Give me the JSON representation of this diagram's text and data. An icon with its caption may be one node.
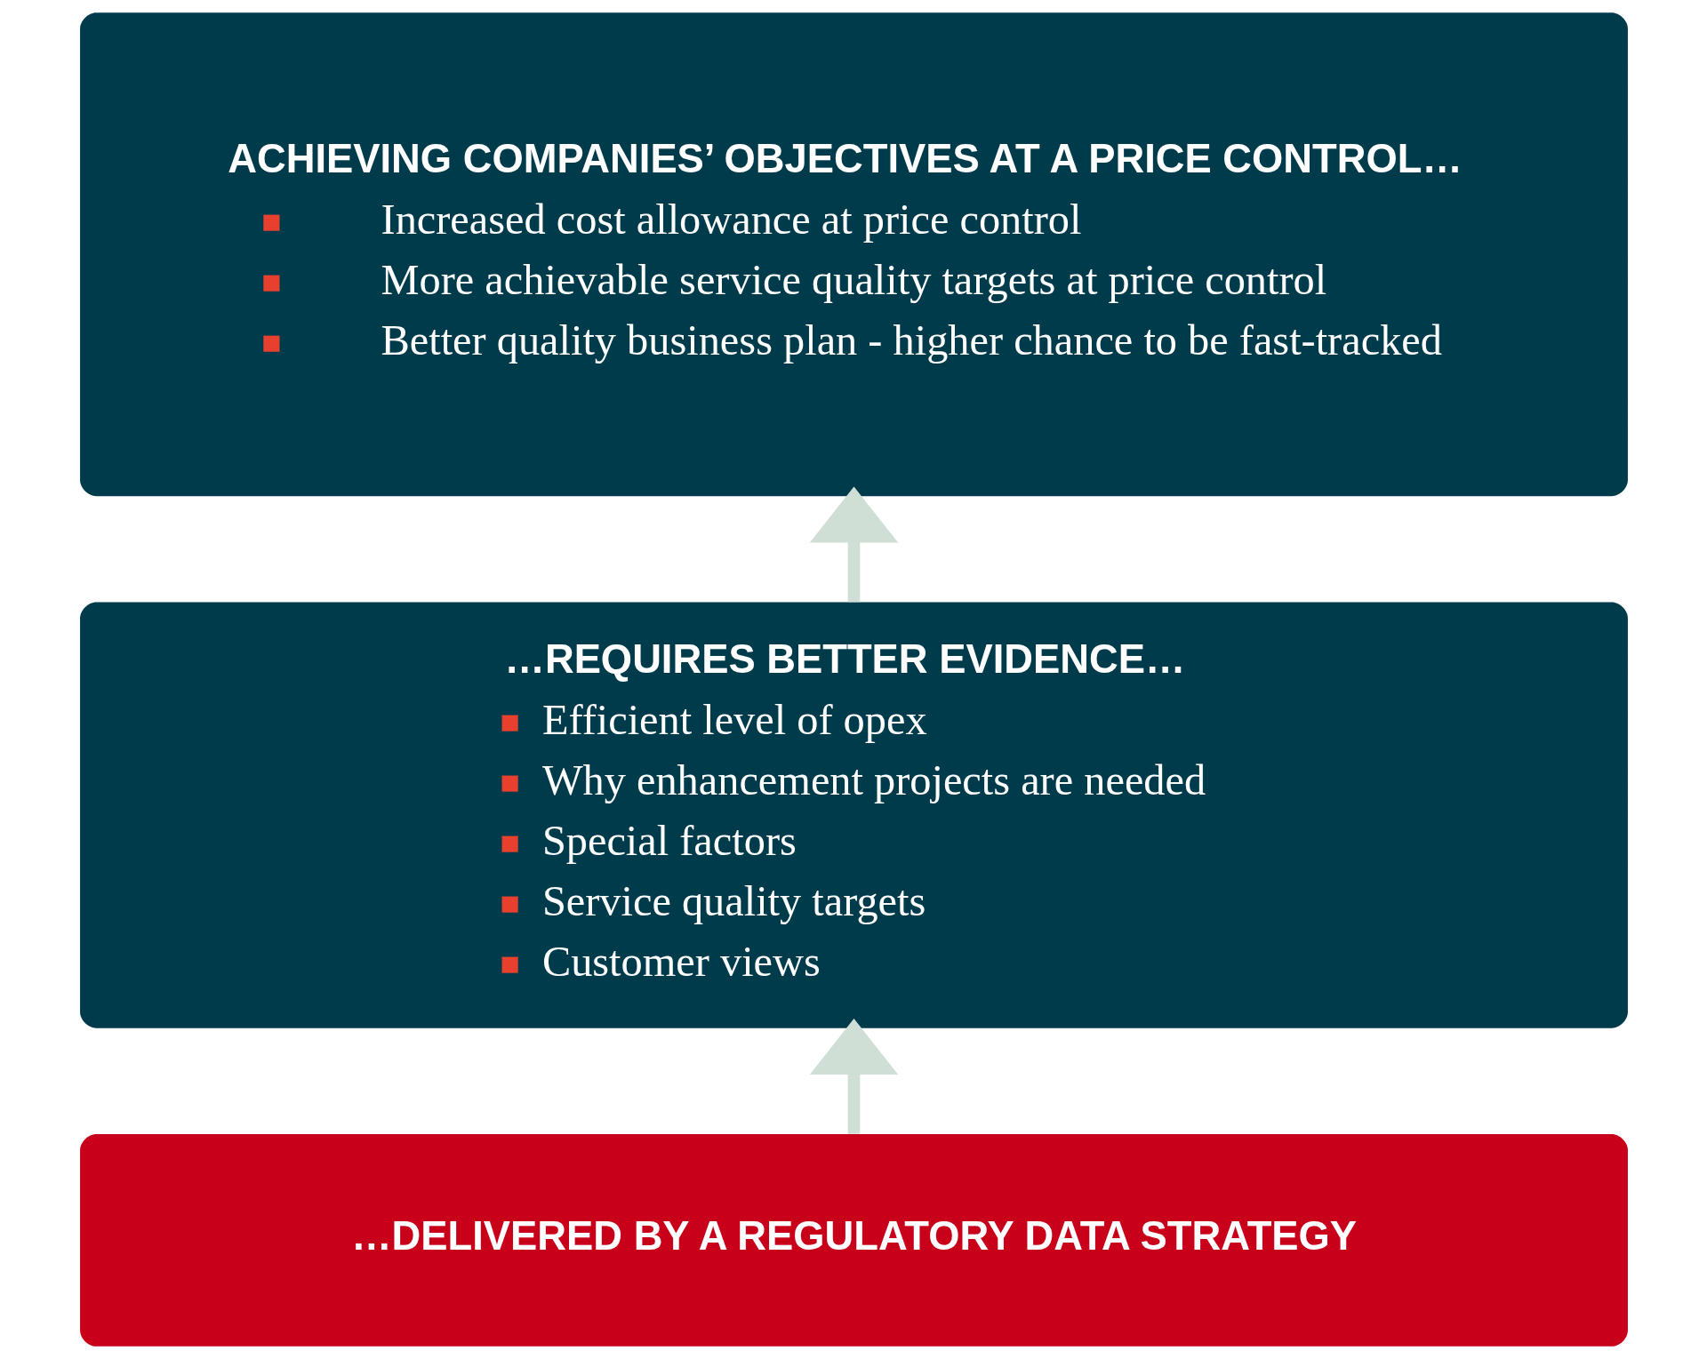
{
  "diagram": {
    "nodes": [
      {
        "text": [
          "ACHIEVING COMPANIES’ OBJECTIVES AT A PRICE CONTROL…",
          "Increased cost allowance at price control",
          "More achievable service quality targets at price control",
          "Better quality business plan - higher chance to be fast-tracked"
        ]
      },
      {
        "text": [
          "…REQUIRES BETTER EVIDENCE…",
          "Efficient level of opex",
          "Why enhancement projects are needed",
          "Special factors",
          "Service quality targets",
          "Customer views"
        ]
      },
      {
        "text": [
          "…DELIVERED BY A REGULATORY DATA STRATEGY"
        ]
      }
    ],
    "edges": [
      {
        "from": 2,
        "to": 1,
        "arrow": "to"
      },
      {
        "from": 1,
        "to": 0,
        "arrow": "to"
      }
    ]
  }
}
